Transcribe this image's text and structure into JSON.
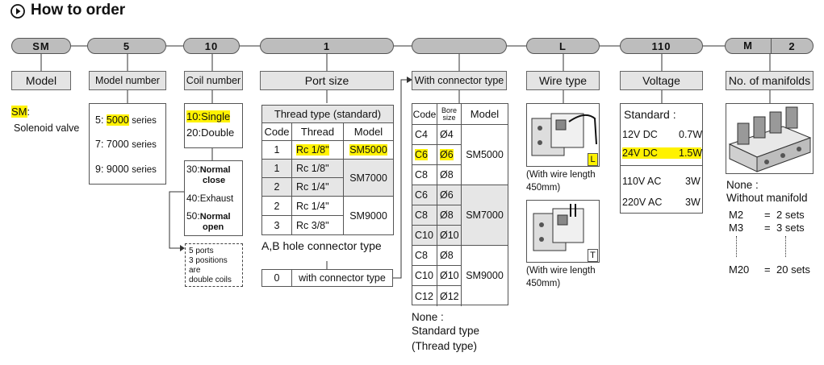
{
  "title": "How to order",
  "code_segments": [
    "SM",
    "5",
    "10",
    "1",
    "",
    "L",
    "110",
    "M",
    "2"
  ],
  "model": {
    "header": "Model",
    "code": "SM",
    "colon": ":",
    "desc": "Solenoid valve"
  },
  "model_number": {
    "header": "Model number",
    "items": [
      {
        "prefix": "5:",
        "value": "5000",
        "suffix": "series"
      },
      {
        "prefix": "7:",
        "value": "7000",
        "suffix": "series"
      },
      {
        "prefix": "9:",
        "value": "9000",
        "suffix": "series"
      }
    ]
  },
  "coil_number": {
    "header": "Coil number",
    "items": [
      "10:Single",
      "20:Double"
    ],
    "sub_items": [
      {
        "code": "30:",
        "line1": "Normal",
        "line2": "close"
      },
      {
        "code": "40:",
        "line1": "Exhaust",
        "line2": ""
      },
      {
        "code": "50:",
        "line1": "Normal",
        "line2": "open"
      }
    ],
    "note": [
      "5 ports",
      "3 positions are",
      "double coils"
    ]
  },
  "port_size": {
    "header": "Port size",
    "table_title": "Thread type (standard)",
    "columns": [
      "Code",
      "Thread",
      "Model"
    ],
    "rows": [
      {
        "code": "1",
        "thread": "Rc 1/8\""
      },
      {
        "code": "1",
        "thread": "Rc 1/8\""
      },
      {
        "code": "2",
        "thread": "Rc 1/4\""
      },
      {
        "code": "2",
        "thread": "Rc 1/4\""
      },
      {
        "code": "3",
        "thread": "Rc 3/8\""
      }
    ],
    "models": [
      "SM5000",
      "SM7000",
      "SM9000"
    ],
    "ab_label": "A,B hole connector type",
    "connector_code": "0",
    "connector_label": "with connector type"
  },
  "connector": {
    "header": "With connector type",
    "columns": [
      "Code",
      "Bore",
      "size",
      "Model"
    ],
    "rows": [
      {
        "code": "C4",
        "bore": "Ø4"
      },
      {
        "code": "C6",
        "bore": "Ø6"
      },
      {
        "code": "C8",
        "bore": "Ø8"
      },
      {
        "code": "C6",
        "bore": "Ø6"
      },
      {
        "code": "C8",
        "bore": "Ø8"
      },
      {
        "code": "C10",
        "bore": "Ø10"
      },
      {
        "code": "C8",
        "bore": "Ø8"
      },
      {
        "code": "C10",
        "bore": "Ø10"
      },
      {
        "code": "C12",
        "bore": "Ø12"
      }
    ],
    "models": [
      "SM5000",
      "SM7000",
      "SM9000"
    ],
    "none_label": "None :",
    "none_desc1": "Standard type",
    "none_desc2": "(Thread type)"
  },
  "wire_type": {
    "header": "Wire type",
    "items": [
      {
        "tag": "L",
        "caption1": "(With wire length",
        "caption2": "450mm)"
      },
      {
        "tag": "T",
        "caption1": "(With wire length",
        "caption2": "450mm)"
      }
    ]
  },
  "voltage": {
    "header": "Voltage",
    "standard_label": "Standard :",
    "standard": [
      {
        "v": "12V DC",
        "w": "0.7W"
      },
      {
        "v": "24V DC",
        "w": "1.5W"
      }
    ],
    "others": [
      {
        "v": "110V AC",
        "w": "3W"
      },
      {
        "v": "220V AC",
        "w": "3W"
      }
    ]
  },
  "manifold": {
    "header": "No. of manifolds",
    "none_label": "None :",
    "none_desc": "Without manifold",
    "items": [
      {
        "code": "M2",
        "eq": "=",
        "sets": "2 sets"
      },
      {
        "code": "M3",
        "eq": "=",
        "sets": "3 sets"
      },
      {
        "code": "M20",
        "eq": "=",
        "sets": "20 sets"
      }
    ]
  },
  "colors": {
    "highlight": "#fff200",
    "pill": "#bdbdbd",
    "header_bg": "#e4e4e4",
    "table_gray": "#e6e6e6"
  }
}
